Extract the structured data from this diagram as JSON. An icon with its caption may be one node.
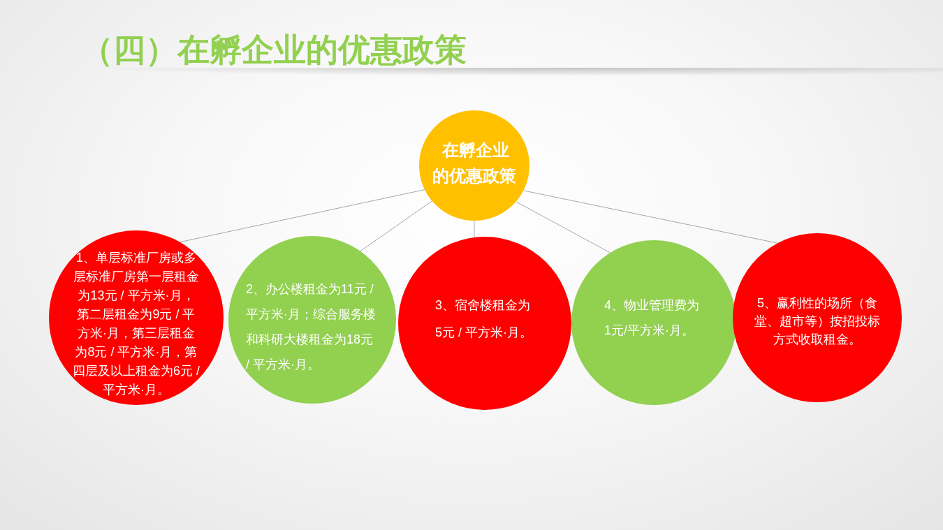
{
  "diagram": {
    "title": "（四）在孵企业的优惠政策",
    "nodes": [
      {
        "text": [
          "在孵企业的优惠政策"
        ]
      },
      {
        "text": [
          "1、单层标准厂房或多层标准厂房第一层租金为13元 / 平方米·月，第二层租金为9元 / 平方米·月，第三层租金为8元 / 平方米·月，第四层及以上租金为6元 / 平方米·月。"
        ]
      },
      {
        "text": [
          "2、办公楼租金为11元 / 平方米·月；综合服务楼和科研大楼租金为18元 / 平方米·月。"
        ]
      },
      {
        "text": [
          "3、宿舍楼租金为5元 / 平方米·月。"
        ]
      },
      {
        "text": [
          "4、物业管理费为1元/平方米·月。"
        ]
      },
      {
        "text": [
          "5、赢利性的场所（食堂、超市等）按招投标方式收取租金。"
        ]
      }
    ],
    "edges": [
      {
        "from": 0,
        "to": 1,
        "arrow": "none"
      },
      {
        "from": 0,
        "to": 2,
        "arrow": "none"
      },
      {
        "from": 0,
        "to": 3,
        "arrow": "none"
      },
      {
        "from": 0,
        "to": 4,
        "arrow": "none"
      },
      {
        "from": 0,
        "to": 5,
        "arrow": "none"
      }
    ]
  }
}
